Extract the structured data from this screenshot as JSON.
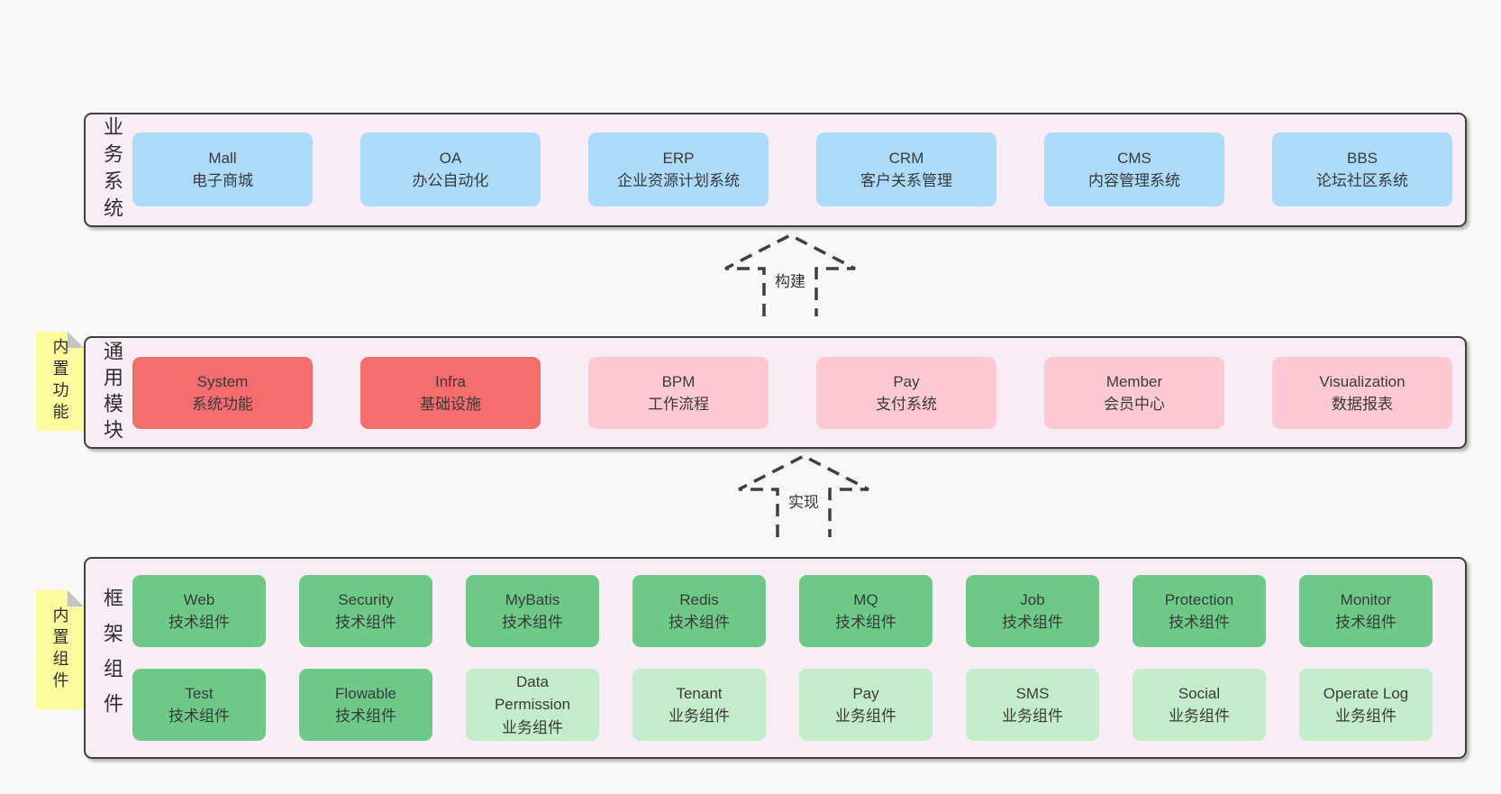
{
  "colors": {
    "background": "#f8f8f8",
    "panel_bg": "#f8edf5",
    "panel_border": "#3f3f3f",
    "blue": "#abdbf9",
    "red": "#f76c6e",
    "pink": "#ffc9d3",
    "green": "#6dc986",
    "light_green": "#c3ecca",
    "sticky_yellow": "#fcfc9e",
    "sticky_fold": "#c4c4c4",
    "text": "#383838",
    "arrow": "#3f3f3f"
  },
  "layers": [
    {
      "id": "business-systems",
      "label": "业务系统",
      "note": null,
      "rows": [
        [
          {
            "en": "Mall",
            "zh": "电子商城",
            "color": "blue"
          },
          {
            "en": "OA",
            "zh": "办公自动化",
            "color": "blue"
          },
          {
            "en": "ERP",
            "zh": "企业资源计划系统",
            "color": "blue"
          },
          {
            "en": "CRM",
            "zh": "客户关系管理",
            "color": "blue"
          },
          {
            "en": "CMS",
            "zh": "内容管理系统",
            "color": "blue"
          },
          {
            "en": "BBS",
            "zh": "论坛社区系统",
            "color": "blue"
          }
        ]
      ]
    },
    {
      "id": "common-modules",
      "label": "通用模块",
      "note": "内置功能",
      "rows": [
        [
          {
            "en": "System",
            "zh": "系统功能",
            "color": "red"
          },
          {
            "en": "Infra",
            "zh": "基础设施",
            "color": "red"
          },
          {
            "en": "BPM",
            "zh": "工作流程",
            "color": "pink"
          },
          {
            "en": "Pay",
            "zh": "支付系统",
            "color": "pink"
          },
          {
            "en": "Member",
            "zh": "会员中心",
            "color": "pink"
          },
          {
            "en": "Visualization",
            "zh": "数据报表",
            "color": "pink"
          }
        ]
      ]
    },
    {
      "id": "framework-components",
      "label": "框架组件",
      "note": "内置组件",
      "rows": [
        [
          {
            "en": "Web",
            "zh": "技术组件",
            "color": "green"
          },
          {
            "en": "Security",
            "zh": "技术组件",
            "color": "green"
          },
          {
            "en": "MyBatis",
            "zh": "技术组件",
            "color": "green"
          },
          {
            "en": "Redis",
            "zh": "技术组件",
            "color": "green"
          },
          {
            "en": "MQ",
            "zh": "技术组件",
            "color": "green"
          },
          {
            "en": "Job",
            "zh": "技术组件",
            "color": "green"
          },
          {
            "en": "Protection",
            "zh": "技术组件",
            "color": "green"
          },
          {
            "en": "Monitor",
            "zh": "技术组件",
            "color": "green"
          }
        ],
        [
          {
            "en": "Test",
            "zh": "技术组件",
            "color": "green"
          },
          {
            "en": "Flowable",
            "zh": "技术组件",
            "color": "green"
          },
          {
            "en": "Data Permission",
            "zh": "业务组件",
            "color": "light_green"
          },
          {
            "en": "Tenant",
            "zh": "业务组件",
            "color": "light_green"
          },
          {
            "en": "Pay",
            "zh": "业务组件",
            "color": "light_green"
          },
          {
            "en": "SMS",
            "zh": "业务组件",
            "color": "light_green"
          },
          {
            "en": "Social",
            "zh": "业务组件",
            "color": "light_green"
          },
          {
            "en": "Operate Log",
            "zh": "业务组件",
            "color": "light_green"
          }
        ]
      ]
    }
  ],
  "arrows": [
    {
      "label": "构建"
    },
    {
      "label": "实现"
    }
  ]
}
